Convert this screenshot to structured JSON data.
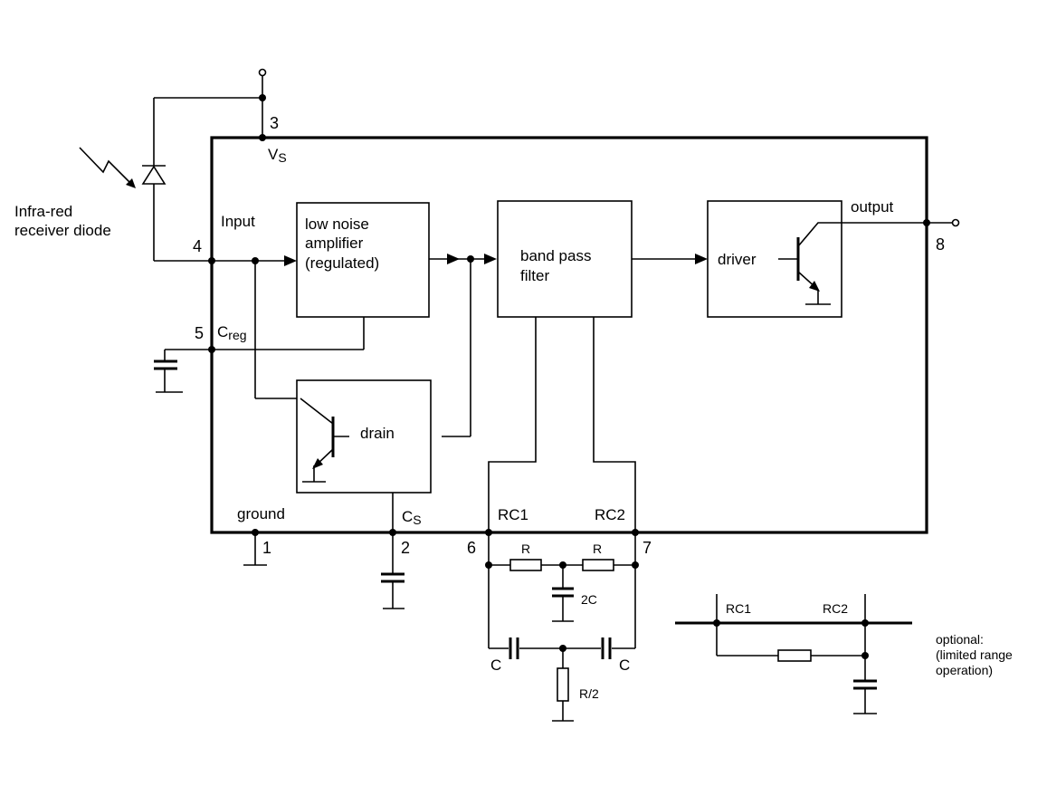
{
  "labels": {
    "diode_line1": "Infra-red",
    "diode_line2": "receiver diode",
    "input": "Input",
    "vs_main": "V",
    "vs_sub": "S",
    "creg_main": "C",
    "creg_sub": "reg",
    "ground": "ground",
    "cs_main": "C",
    "cs_sub": "S",
    "rc1": "RC1",
    "rc2": "RC2",
    "output": "output",
    "opt_rc1": "RC1",
    "opt_rc2": "RC2",
    "optional_line1": "optional:",
    "optional_line2": "(limited range",
    "optional_line3": "operation)"
  },
  "blocks": {
    "lna_line1": "low noise",
    "lna_line2": "amplifier",
    "lna_line3": "(regulated)",
    "bpf_line1": "band pass",
    "bpf_line2": "filter",
    "drain": "drain",
    "driver": "driver"
  },
  "pins": {
    "p1": "1",
    "p2": "2",
    "p3": "3",
    "p4": "4",
    "p5": "5",
    "p6": "6",
    "p7": "7",
    "p8": "8"
  },
  "components": {
    "r_left": "R",
    "r_right": "R",
    "c_2c": "2C",
    "c_left": "C",
    "c_right": "C",
    "r_half": "R/2"
  }
}
